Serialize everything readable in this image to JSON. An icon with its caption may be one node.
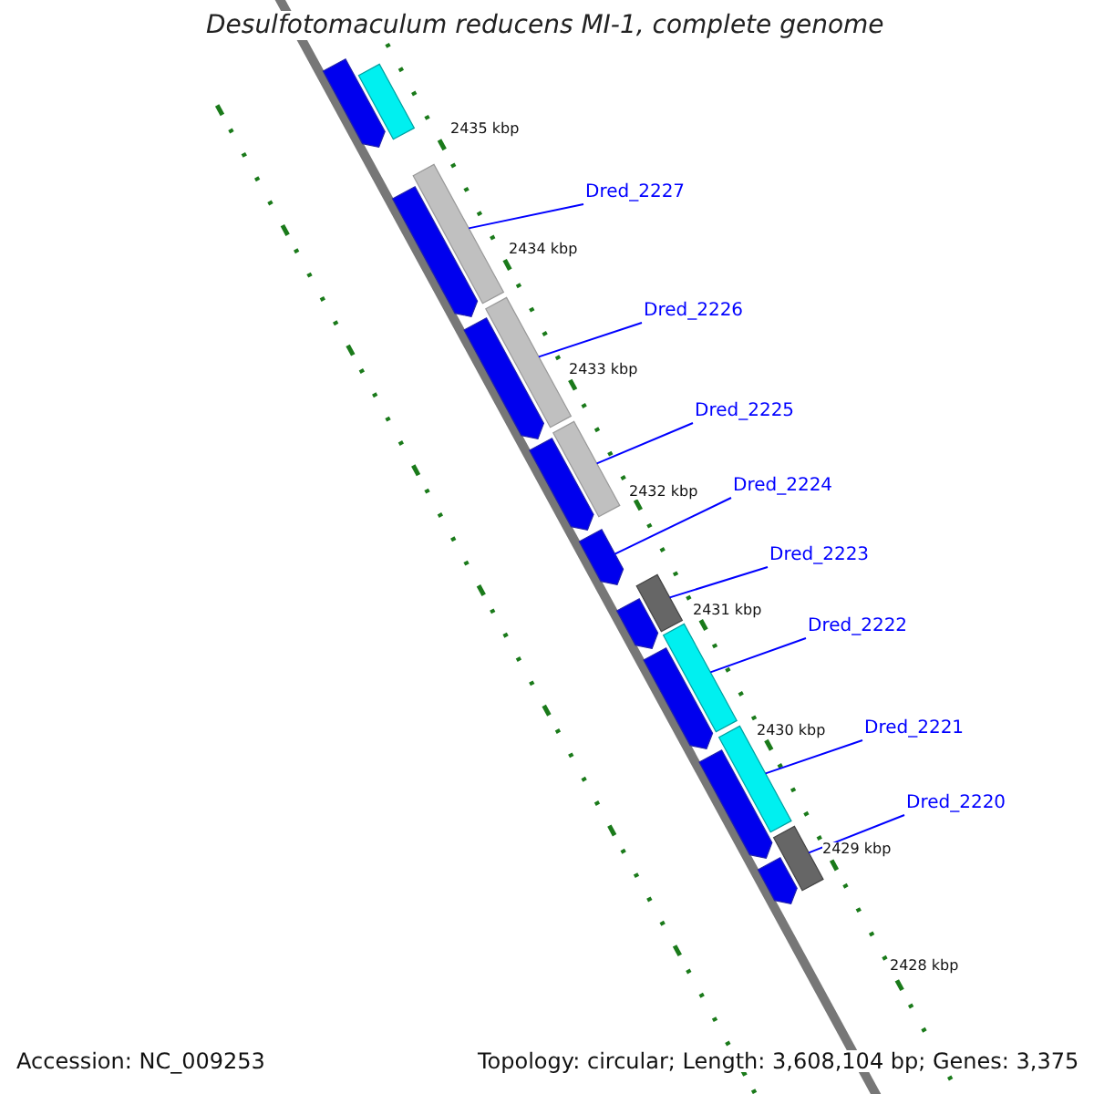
{
  "diagram": {
    "title": "Desulfotomaculum reducens MI-1, complete genome",
    "nodes": [
      {
        "text": [
          "Dred_2227"
        ]
      },
      {
        "text": [
          "Dred_2226"
        ]
      },
      {
        "text": [
          "Dred_2225"
        ]
      },
      {
        "text": [
          "Dred_2224"
        ]
      },
      {
        "text": [
          "Dred_2223"
        ]
      },
      {
        "text": [
          "Dred_2222"
        ]
      },
      {
        "text": [
          "Dred_2221"
        ]
      },
      {
        "text": [
          "Dred_2220"
        ]
      },
      {
        "text": [],
        "shape": "bar"
      },
      {
        "text": [],
        "shape": "bar"
      },
      {
        "text": [],
        "shape": "bar"
      },
      {
        "text": [],
        "shape": "arrow"
      },
      {
        "text": [],
        "shape": "bar"
      },
      {
        "text": [],
        "shape": "bar"
      },
      {
        "text": [],
        "shape": "bar"
      },
      {
        "text": [],
        "shape": "bar"
      },
      {
        "text": [],
        "shape": "bar"
      },
      {
        "text": [],
        "shape": "arrow"
      },
      {
        "text": [],
        "shape": "arrow"
      },
      {
        "text": [],
        "shape": "arrow"
      },
      {
        "text": [],
        "shape": "arrow"
      },
      {
        "text": [],
        "shape": "arrow"
      },
      {
        "text": [],
        "shape": "arrow"
      },
      {
        "text": [],
        "shape": "arrow"
      },
      {
        "text": [],
        "shape": "arrow"
      }
    ],
    "edges": [
      {
        "from": 0,
        "to": 8,
        "arrow": "none"
      },
      {
        "from": 1,
        "to": 9,
        "arrow": "none"
      },
      {
        "from": 2,
        "to": 10,
        "arrow": "none"
      },
      {
        "from": 3,
        "to": 11,
        "arrow": "none"
      },
      {
        "from": 4,
        "to": 12,
        "arrow": "none"
      },
      {
        "from": 5,
        "to": 13,
        "arrow": "none"
      },
      {
        "from": 6,
        "to": 14,
        "arrow": "none"
      },
      {
        "from": 7,
        "to": 15,
        "arrow": "none"
      }
    ],
    "labels": [
      "2435 kbp",
      "2434 kbp",
      "2433 kbp",
      "2432 kbp",
      "2431 kbp",
      "2430 kbp",
      "2429 kbp",
      "2428 kbp",
      "Accession: NC_009253",
      "Topology: circular; Length: 3,608,104 bp; Genes: 3,375"
    ]
  }
}
